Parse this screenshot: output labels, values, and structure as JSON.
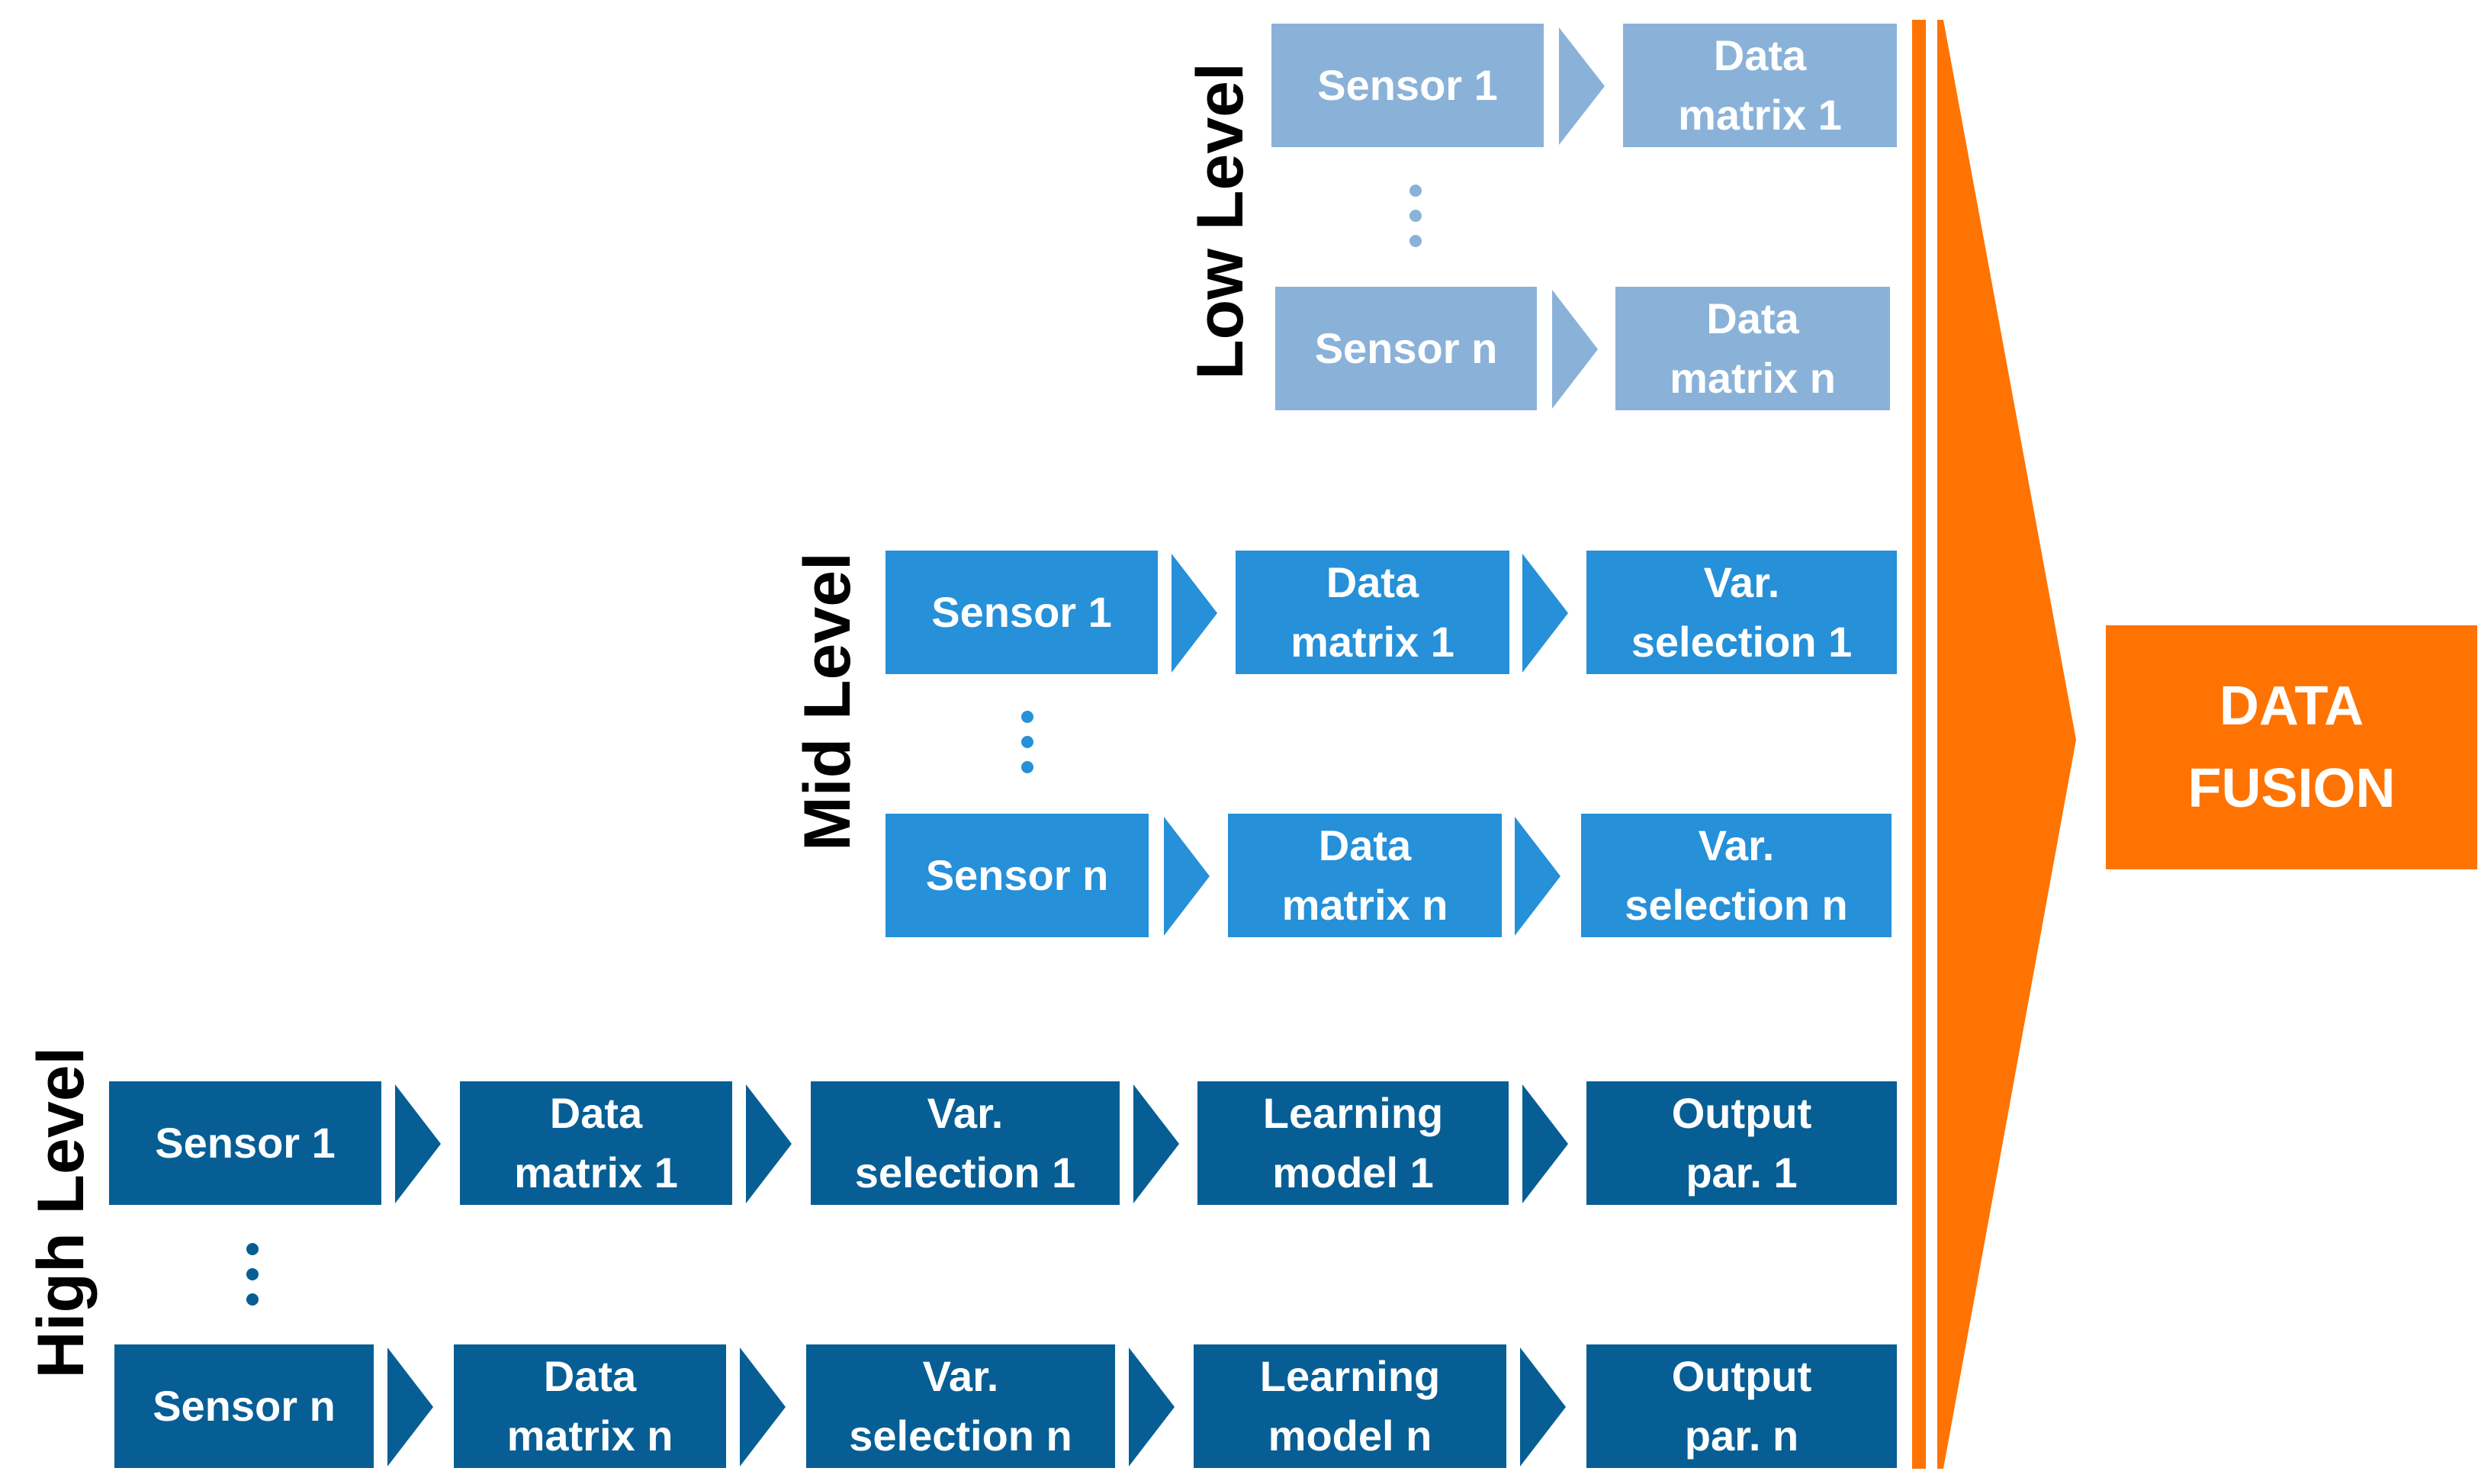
{
  "colors": {
    "low_level": "#8ab2d9",
    "mid_level": "#2690d8",
    "high_level": "#075e95",
    "fusion": "#ff7302"
  },
  "levels": {
    "low": {
      "label": "Low Level",
      "rows": [
        [
          "Sensor 1",
          "Data\nmatrix 1"
        ],
        [
          "Sensor n",
          "Data\nmatrix n"
        ]
      ]
    },
    "mid": {
      "label": "Mid Level",
      "rows": [
        [
          "Sensor 1",
          "Data\nmatrix 1",
          "Var.\nselection 1"
        ],
        [
          "Sensor n",
          "Data\nmatrix n",
          "Var.\nselection n"
        ]
      ]
    },
    "high": {
      "label": "High Level",
      "rows": [
        [
          "Sensor 1",
          "Data\nmatrix 1",
          "Var.\nselection 1",
          "Learning\nmodel 1",
          "Output\npar. 1"
        ],
        [
          "Sensor n",
          "Data\nmatrix n",
          "Var.\nselection n",
          "Learning\nmodel n",
          "Output\npar. n"
        ]
      ]
    }
  },
  "fusion_label": "DATA\nFUSION"
}
